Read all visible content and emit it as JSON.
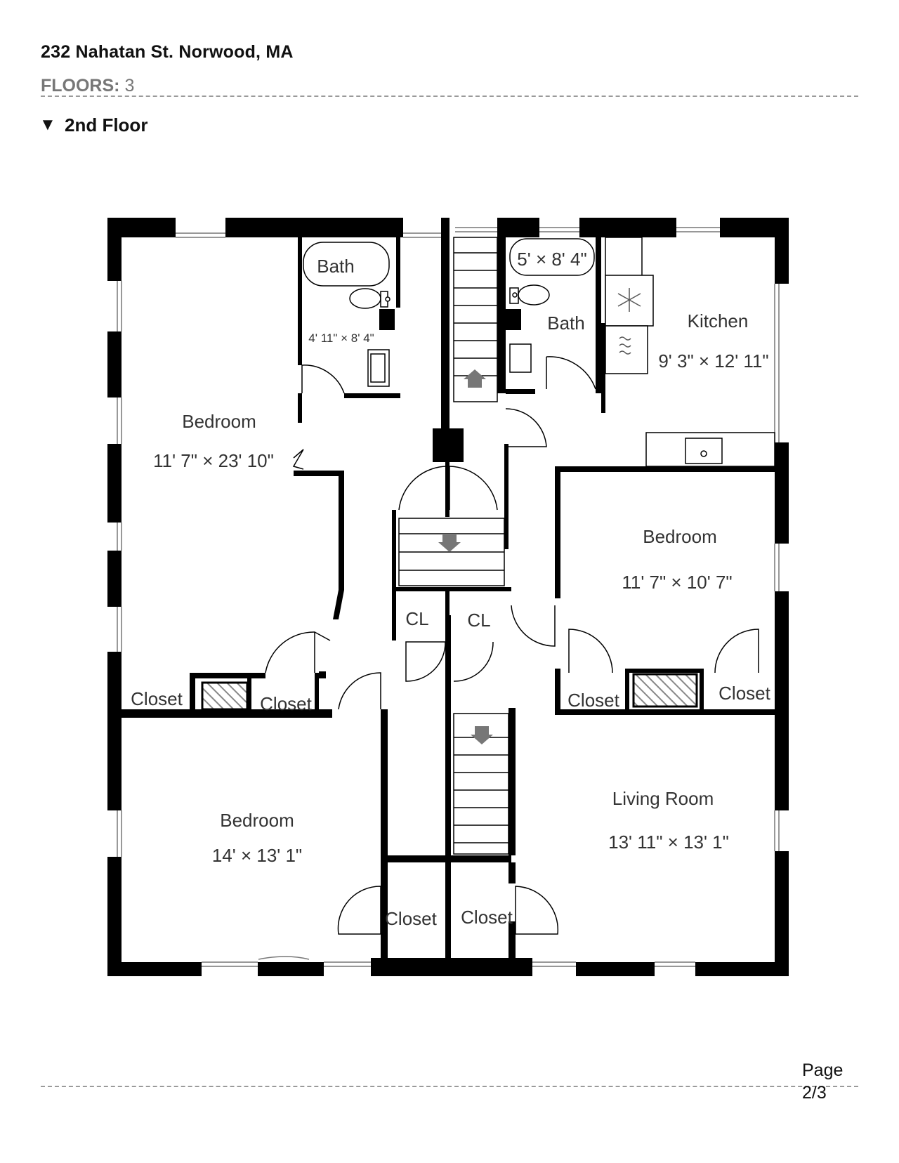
{
  "header": {
    "address": "232 Nahatan St. Norwood, MA",
    "floors_label": "FLOORS:",
    "floors_value": "3"
  },
  "floor": {
    "toggle_icon": "triangle-down-icon",
    "name": "2nd Floor"
  },
  "rooms": {
    "bedroom_main": {
      "name": "Bedroom",
      "dims": "11' 7\" × 23' 10\""
    },
    "bath_left": {
      "name": "Bath",
      "dims": "4' 11\" × 8' 4\""
    },
    "bath_right": {
      "name": "Bath",
      "dims": "5' × 8' 4\""
    },
    "kitchen": {
      "name": "Kitchen",
      "dims": "9' 3\" × 12' 11\""
    },
    "bedroom_right": {
      "name": "Bedroom",
      "dims": "11' 7\" × 10' 7\""
    },
    "bedroom_bottom": {
      "name": "Bedroom",
      "dims": "14' × 13' 1\""
    },
    "living_room": {
      "name": "Living Room",
      "dims": "13' 11\" × 13' 1\""
    },
    "cl_left": "CL",
    "cl_right": "CL",
    "closet_1": "Closet",
    "closet_2": "Closet",
    "closet_3": "Closet",
    "closet_4": "Closet",
    "closet_5": "Closet",
    "closet_6": "Closet"
  },
  "footer": {
    "page_label": "Page",
    "page_value": "2/3"
  }
}
